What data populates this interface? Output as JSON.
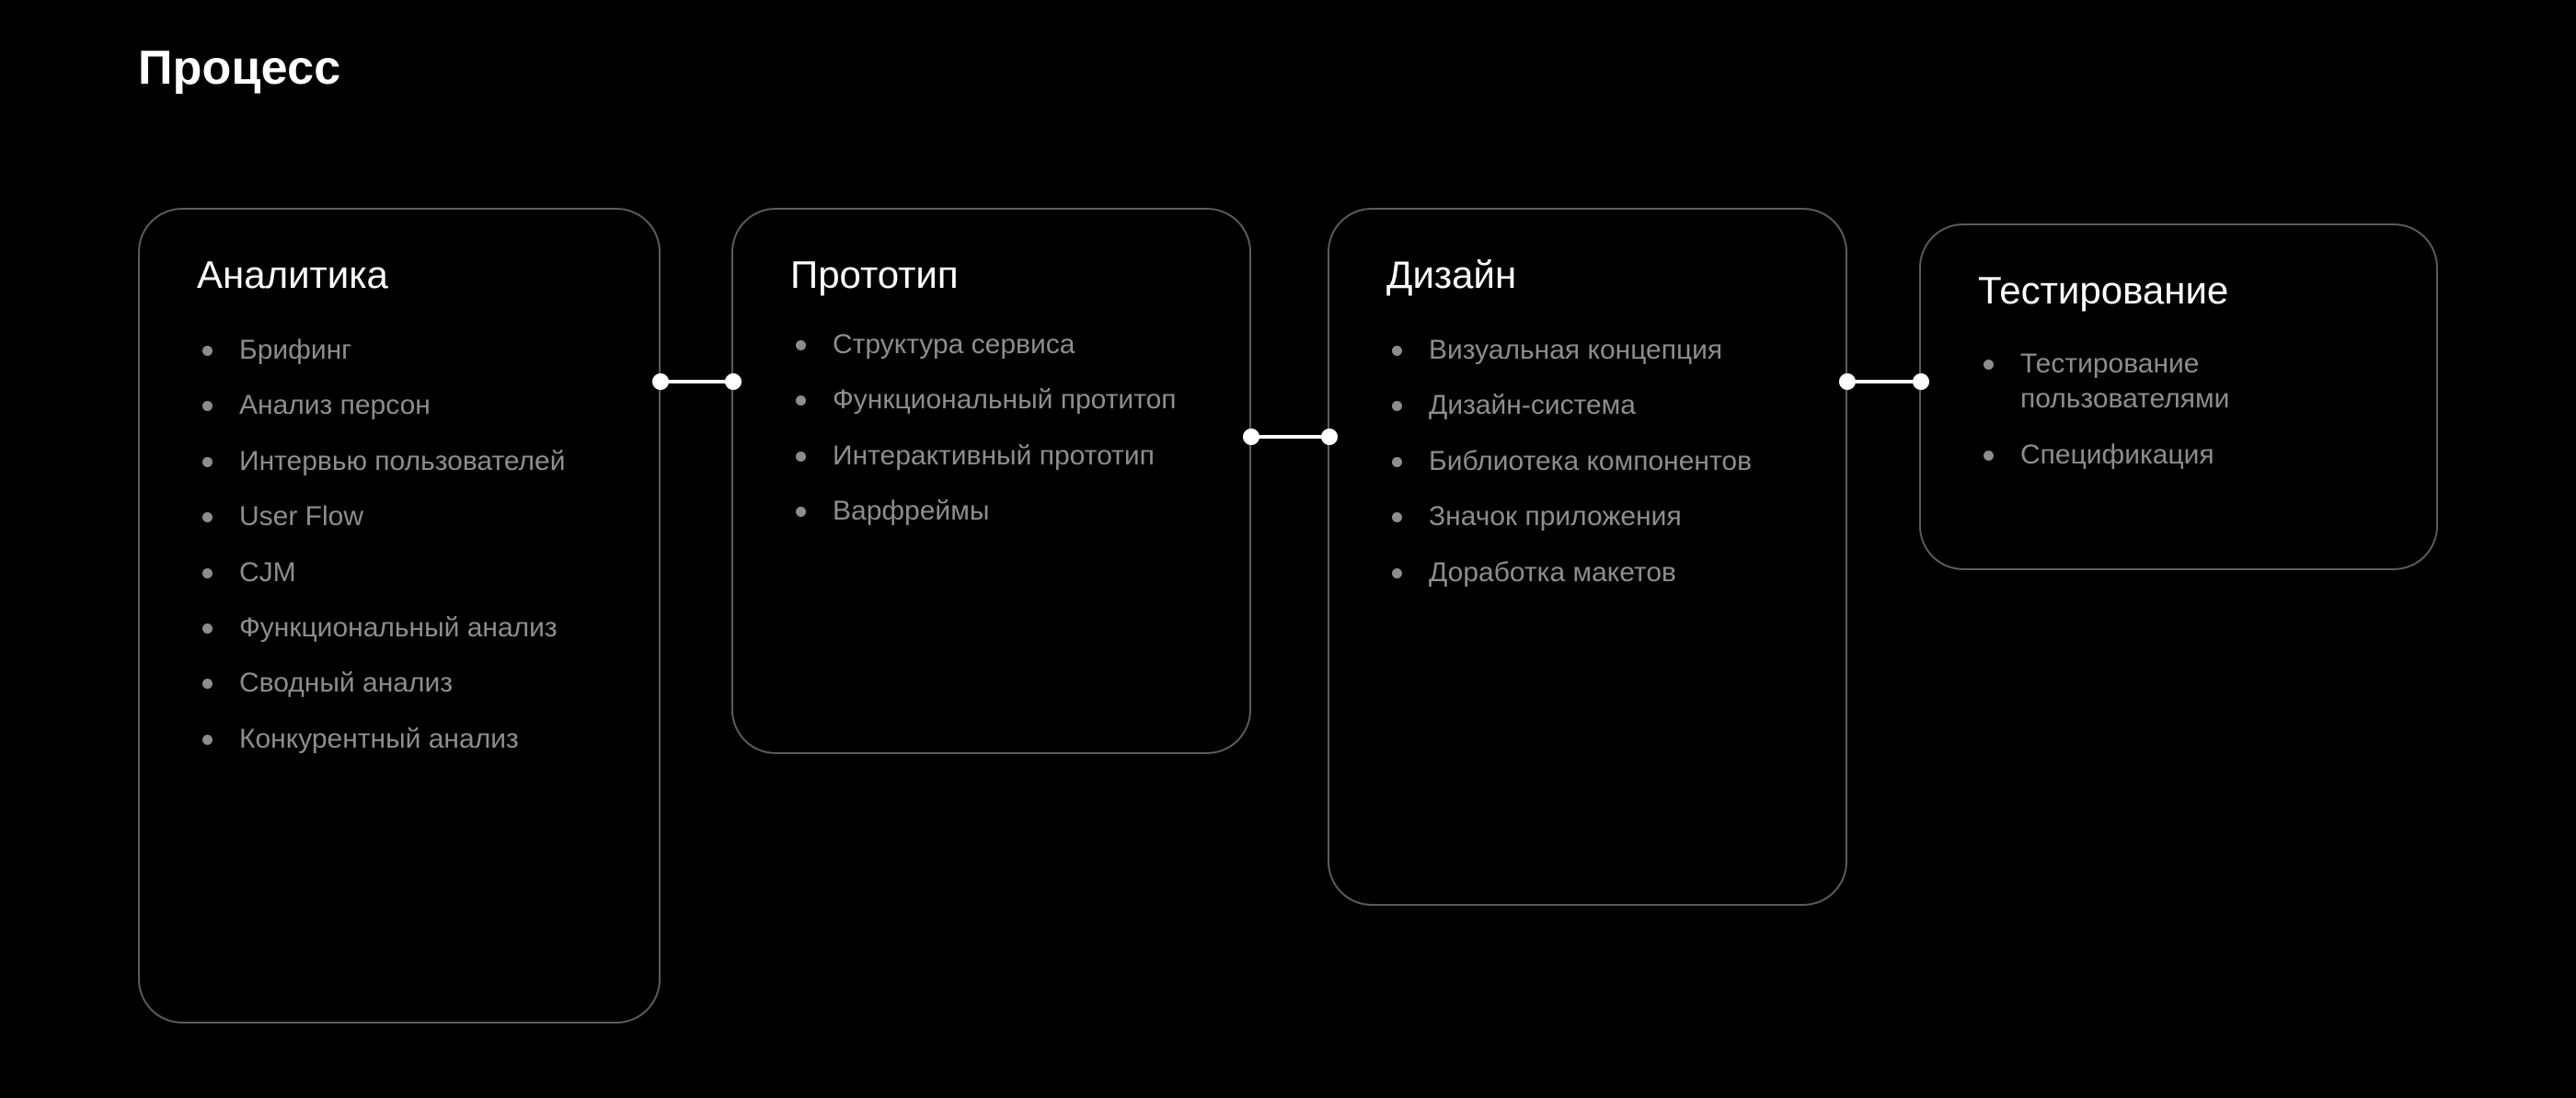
{
  "slide": {
    "title": "Процесс",
    "background_color": "#000000",
    "title_color": "#ffffff",
    "card_border_color": "#5c5c5c",
    "list_text_color": "#8d8d8d",
    "connector_color": "#ffffff"
  },
  "cards": [
    {
      "title": "Аналитика",
      "items": [
        "Брифинг",
        "Анализ персон",
        "Интервью пользователей",
        "User Flow",
        "CJM",
        "Функциональный анализ",
        "Сводный анализ",
        "Конкурентный анализ"
      ]
    },
    {
      "title": "Прототип",
      "items": [
        "Структура сервиса",
        "Функциональный протитоп",
        "Интерактивный прототип",
        "Варфреймы"
      ]
    },
    {
      "title": "Дизайн",
      "items": [
        "Визуальная концепция",
        "Дизайн-система",
        "Библиотека компонентов",
        "Значок приложения",
        "Доработка макетов"
      ]
    },
    {
      "title": "Тестирование",
      "items": [
        "Тестирование пользователями",
        "Спецификация"
      ]
    }
  ],
  "connectors": [
    {
      "from": "Аналитика",
      "to": "Прототип"
    },
    {
      "from": "Прототип",
      "to": "Дизайн"
    },
    {
      "from": "Дизайн",
      "to": "Тестирование"
    }
  ]
}
